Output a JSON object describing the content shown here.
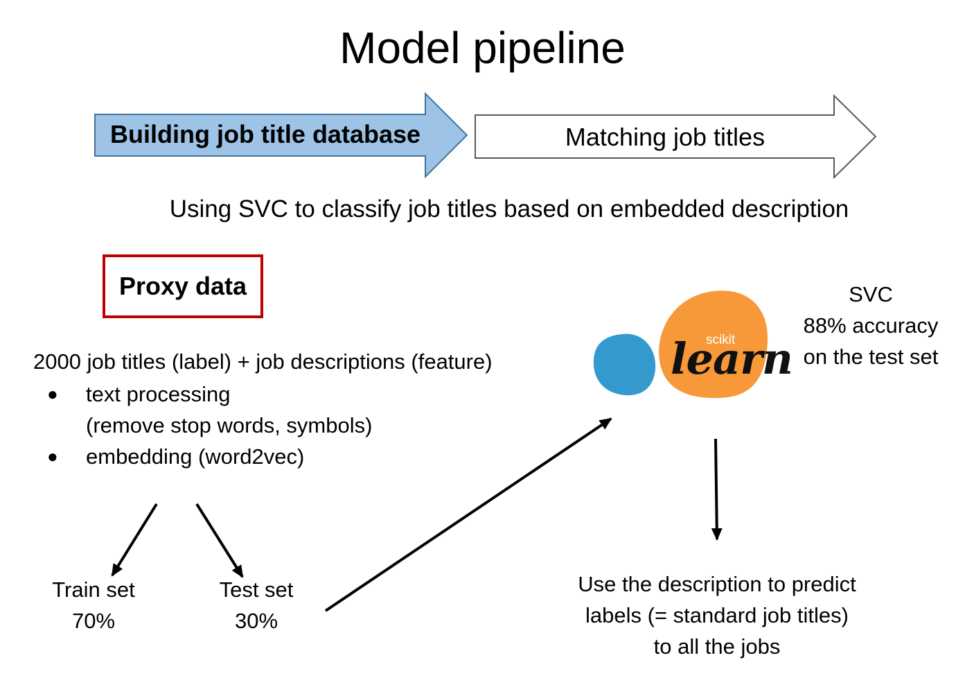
{
  "title": "Model pipeline",
  "stages": {
    "stage1_label": "Building job title database",
    "stage2_label": "Matching job titles"
  },
  "subtitle": "Using SVC to classify job titles based on embedded description",
  "proxy": {
    "box_label": "Proxy data",
    "description": "2000 job titles (label) + job descriptions (feature)",
    "bullets": [
      {
        "marker": "●",
        "line1": "text processing",
        "line2": "(remove stop words, symbols)"
      },
      {
        "marker": "●",
        "line1": "embedding (word2vec)"
      }
    ]
  },
  "split": {
    "train_label": "Train set",
    "train_pct": "70%",
    "test_label": "Test set",
    "test_pct": "30%"
  },
  "logo": {
    "name": "scikit-learn-logo",
    "small_text": "scikit",
    "big_text": "learn",
    "colors": {
      "orange": "#F89939",
      "blue": "#3499CD"
    }
  },
  "model": {
    "name": "SVC",
    "accuracy": "88% accuracy",
    "note": "on the test set"
  },
  "prediction": {
    "line1": "Use the description to predict",
    "line2": "labels (= standard job titles)",
    "line3": "to all the jobs"
  },
  "colors": {
    "stage1_fill": "#9DC3E6",
    "stage1_stroke": "#41719C",
    "stage2_fill": "#FFFFFF",
    "stage2_stroke": "#595959",
    "proxy_border": "#C00000"
  }
}
